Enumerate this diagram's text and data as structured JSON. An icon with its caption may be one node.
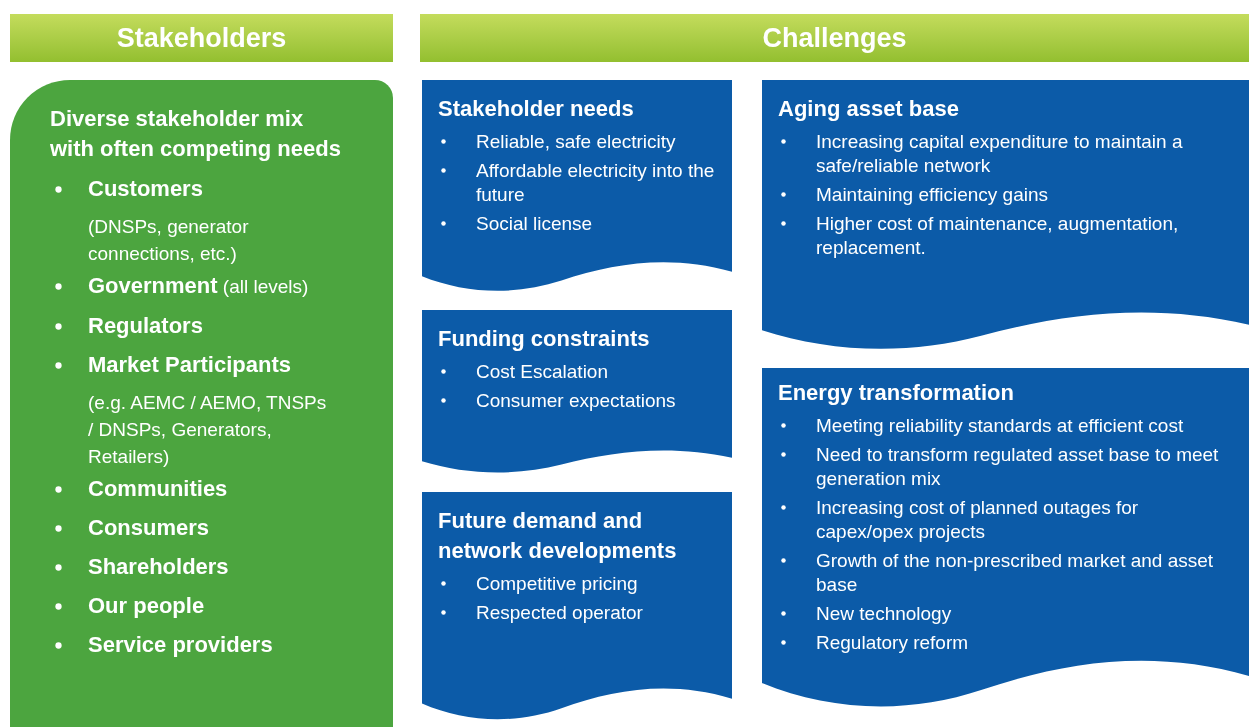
{
  "diagram": {
    "nodes": [
      {
        "text": [
          "Stakeholders"
        ]
      },
      {
        "text": [
          "Challenges"
        ]
      },
      {
        "text": [
          "Diverse stakeholder mix with often competing needs",
          "Customers",
          "(DNSPs, generator connections, etc.)",
          "**Government** (all levels)",
          "Regulators",
          "Market Participants",
          "(e.g. AEMC / AEMO, TNSPs / DNSPs, Generators, Retailers)",
          "Communities",
          "Consumers",
          "Shareholders",
          "Our people",
          "Service providers"
        ]
      },
      {
        "text": [
          "Stakeholder needs",
          "Reliable, safe electricity",
          "Affordable electricity into the future",
          "Social license"
        ]
      },
      {
        "text": [
          "Funding constraints",
          "Cost Escalation",
          "Consumer expectations"
        ]
      },
      {
        "text": [
          "Future demand and network developments",
          "Competitive pricing",
          "Respected operator"
        ]
      },
      {
        "text": [
          "Aging asset base",
          "Increasing capital expenditure to maintain a safe/reliable network",
          "Maintaining efficiency gains",
          "Higher cost of maintenance, augmentation, replacement."
        ]
      },
      {
        "text": [
          "Energy transformation",
          "Meeting reliability standards at efficient cost",
          "Need to transform regulated asset base to meet generation mix",
          "Increasing cost of planned outages for capex/opex projects",
          "Growth of the non-prescribed market and asset base",
          "New technology",
          "Regulatory reform"
        ]
      }
    ]
  }
}
